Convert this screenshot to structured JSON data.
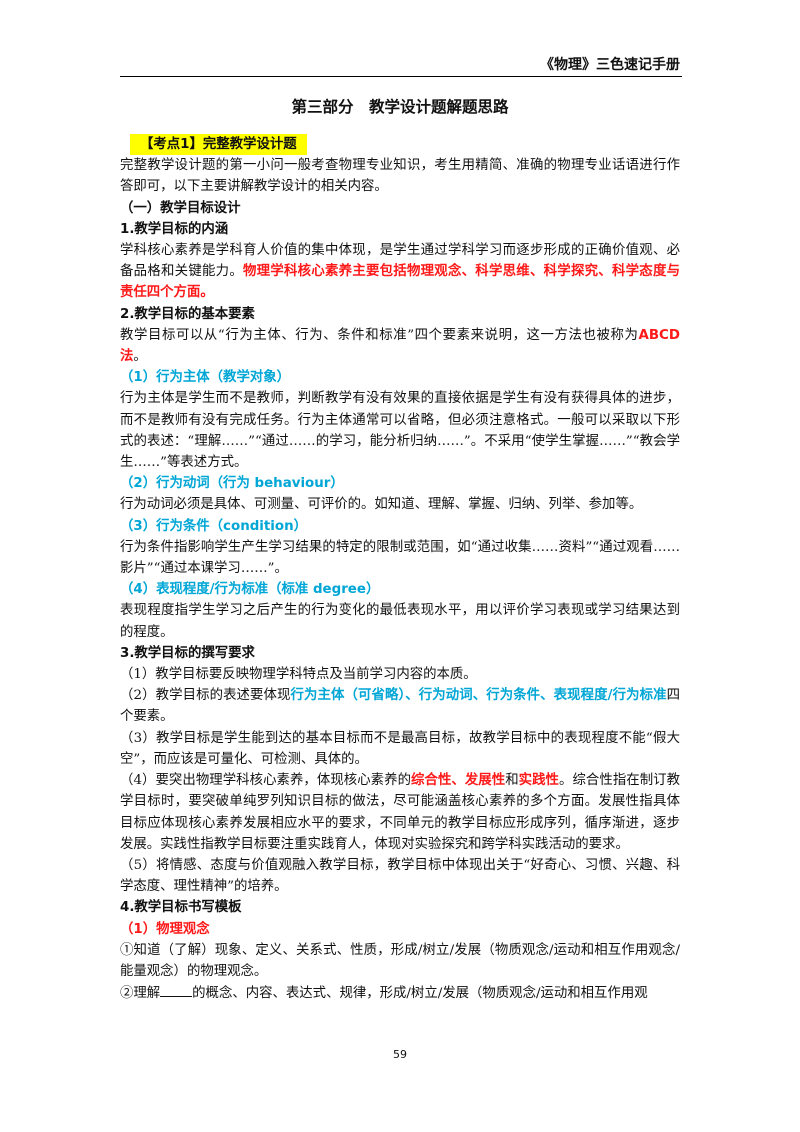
{
  "header": "《物理》三色速记手册",
  "title": "第三部分　教学设计题解题思路",
  "kaodian": "【考点1】完整教学设计题",
  "intro": "完整教学设计题的第一小问一般考查物理专业知识，考生用精简、准确的物理专业话语进行作答即可，以下主要讲解教学设计的相关内容。",
  "sec1": "（一）教学目标设计",
  "h1": "1.教学目标的内涵",
  "p1_a": "学科核心素养是学科育人价值的集中体现，是学生通过学科学习而逐步形成的正确价值观、必备品格和关键能力。",
  "p1_red": "物理学科核心素养主要包括物理观念、科学思维、科学探究、科学态度与责任四个方面。",
  "h2": "2.教学目标的基本要素",
  "p2_a": "教学目标可以从“行为主体、行为、条件和标准”四个要素来说明，这一方法也被称为",
  "p2_red": "ABCD法",
  "p2_b": "。",
  "s1": "（1）行为主体（教学对象）",
  "s1_p": "行为主体是学生而不是教师，判断教学有没有效果的直接依据是学生有没有获得具体的进步，而不是教师有没有完成任务。行为主体通常可以省略，但必须注意格式。一般可以采取以下形式的表述：“理解……”“通过……的学习，能分析归纳……”。不采用“使学生掌握……”“教会学生……”等表述方式。",
  "s2": "（2）行为动词（行为 behaviour）",
  "s2_p": "行为动词必须是具体、可测量、可评价的。如知道、理解、掌握、归纳、列举、参加等。",
  "s3": "（3）行为条件（condition）",
  "s3_p": "行为条件指影响学生产生学习结果的特定的限制或范围，如“通过收集……资料”“通过观看……影片”“通过本课学习……”。",
  "s4": "（4）表现程度/行为标准（标准 degree）",
  "s4_p": "表现程度指学生学习之后产生的行为变化的最低表现水平，用以评价学习表现或学习结果达到的程度。",
  "h3": "3.教学目标的撰写要求",
  "r1": "（1）教学目标要反映物理学科特点及当前学习内容的本质。",
  "r2_a": "（2）教学目标的表述要体现",
  "r2_blue": "行为主体（可省略）、行为动词、行为条件、表现程度/行为标准",
  "r2_b": "四个要素。",
  "r3": "（3）教学目标是学生能到达的基本目标而不是最高目标，故教学目标中的表现程度不能“假大空”，而应该是可量化、可检测、具体的。",
  "r4_a": "（4）要突出物理学科核心素养，体现核心素养的",
  "r4_red1": "综合性、发展性",
  "r4_and": "和",
  "r4_red2": "实践性",
  "r4_b": "。综合性指在制订教学目标时，要突破单纯罗列知识目标的做法，尽可能涵盖核心素养的多个方面。发展性指具体目标应体现核心素养发展相应水平的要求，不同单元的教学目标应形成序列，循序渐进，逐步发展。实践性指教学目标要注重实践育人，体现对实验探究和跨学科实践活动的要求。",
  "r5": "（5）将情感、态度与价值观融入教学目标，教学目标中体现出关于“好奇心、习惯、兴趣、科学态度、理性精神”的培养。",
  "h4": "4.教学目标书写模板",
  "t1": "（1）物理观念",
  "t1_p1": "①知道（了解）现象、定义、关系式、性质，形成/树立/发展（物质观念/运动和相互作用观念/能量观念）的物理观念。",
  "t1_p2_a": "②理解",
  "t1_p2_b": "的概念、内容、表达式、规律，形成/树立/发展（物质观念/运动和相互作用观",
  "page_number": "59"
}
